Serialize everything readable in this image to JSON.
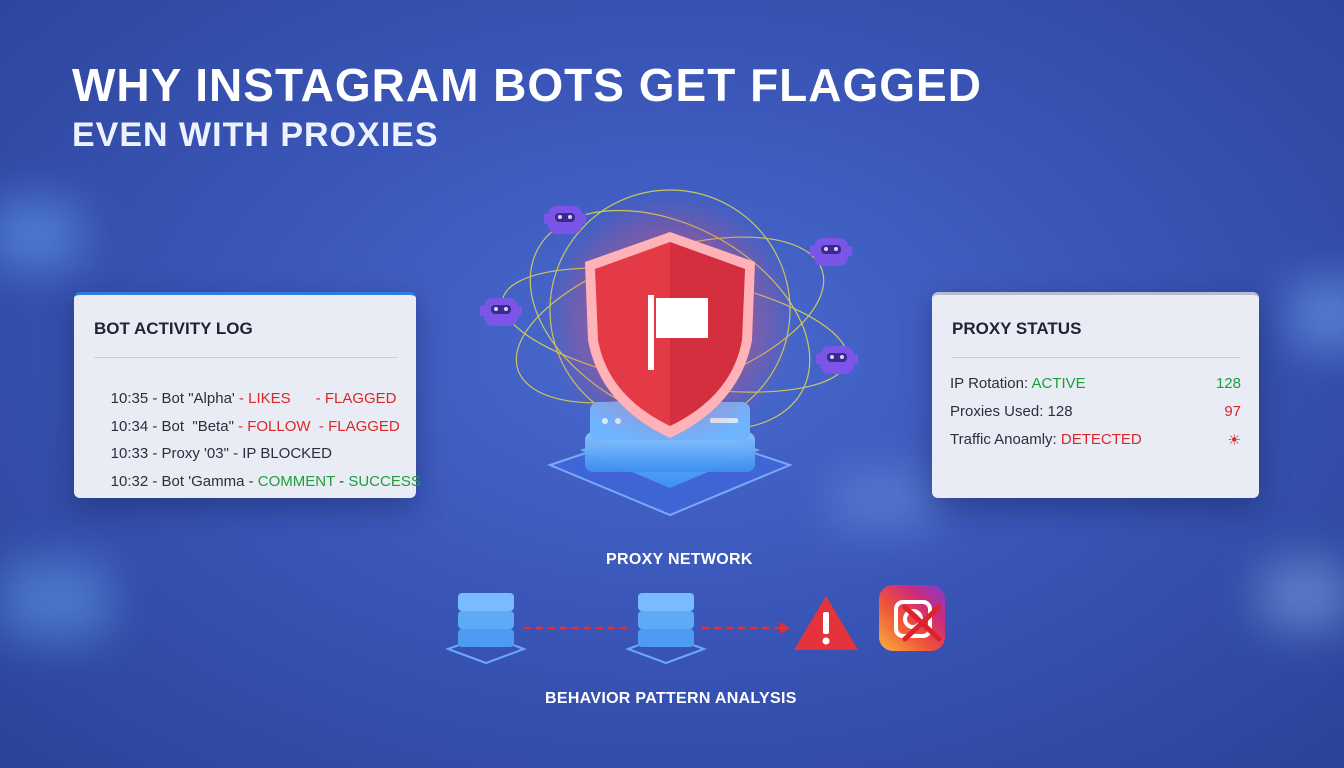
{
  "title": "WHY INSTAGRAM BOTS GET FLAGGED",
  "subtitle": "EVEN WITH PROXIES",
  "activity_log": {
    "title": "BOT ACTIVITY LOG",
    "lines": [
      {
        "time": "10:35 - Bot \"Alpha' ",
        "action": "- LIKES",
        "gap": "      ",
        "status": "- FLAGGED",
        "status_color": "red"
      },
      {
        "time": "10:34 - Bot  \"Beta\" ",
        "action": "- FOLLOW",
        "gap": "  ",
        "status": "- FLAGGED",
        "status_color": "red"
      },
      {
        "time": "10:33 - Proxy '03\" - IP BLOCKED",
        "action": "",
        "gap": "",
        "status": "",
        "status_color": "dark"
      },
      {
        "time": "10:32 - Bot 'Gamma - ",
        "action": "COMMENT",
        "gap": " - ",
        "status": "SUCCESS",
        "status_color": "green"
      }
    ]
  },
  "proxy_status": {
    "title": "PROXY STATUS",
    "rows": [
      {
        "label": "IP Rotation: ",
        "state": "ACTIVE",
        "state_color": "green",
        "value": "128",
        "value_color": "green"
      },
      {
        "label": "Proxies Used: 128",
        "state": "",
        "state_color": "dark",
        "value": "97",
        "value_color": "red"
      },
      {
        "label": "Traffic Anoamly: ",
        "state": "DETECTED",
        "state_color": "red",
        "value": "☀",
        "value_color": "red"
      }
    ]
  },
  "proxy_network_label": "PROXY NETWORK",
  "behavior_label": "BEHAVIOR PATTERN ANALYSIS",
  "colors": {
    "red": "#d8282a",
    "green": "#1d9e3a",
    "shield": "#e33a45",
    "server": "#5aa9f5",
    "bot": "#7b55e8"
  },
  "icons": [
    "flag-icon",
    "shield-icon",
    "server-stack-icon",
    "bot-icon",
    "warning-icon",
    "instagram-icon"
  ]
}
